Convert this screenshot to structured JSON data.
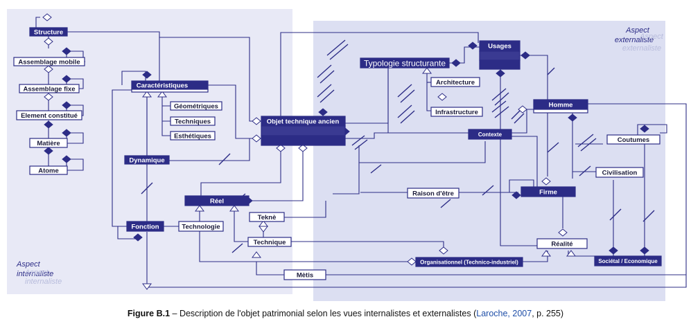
{
  "aspects": {
    "internal": "Aspect internaliste",
    "external": "Aspect externaliste",
    "internal_l1": "Aspect",
    "internal_l2": "internaliste",
    "external_l1": "Aspect",
    "external_l2": "externaliste"
  },
  "nodes": {
    "structure": "Structure",
    "assemblage_mobile": "Assemblage mobile",
    "assemblage_fixe": "Assemblage fixe",
    "element_constitue": "Element constitué",
    "matiere": "Matière",
    "atome": "Atome",
    "caracteristiques": "Caractéristiques",
    "geometriques": "Géométriques",
    "techniques": "Techniques",
    "esthetiques": "Esthétiques",
    "dynamique": "Dynamique",
    "objet_technique_ancien": "Objet technique ancien",
    "typologie_structurante": "Typologie structurante",
    "usages": "Usages",
    "architecture": "Architecture",
    "infrastructure": "Infrastructure",
    "contexte": "Contexte",
    "homme": "Homme",
    "coutumes": "Coutumes",
    "civilisation": "Civilisation",
    "firme": "Firme",
    "raison_d_etre": "Raison d'être",
    "reel": "Réel",
    "tekne": "Teknè",
    "fonction": "Fonction",
    "technologie": "Technologie",
    "technique": "Technique",
    "realite": "Réalité",
    "organisationnel": "Organisationnel (Technico-industriel)",
    "societal": "Sociétal / Economique",
    "metis": "Mètis"
  },
  "caption": {
    "label": "Figure B.1",
    "dash": " – ",
    "text": "Description de l'objet patrimonial selon les vues internalistes et externalistes (",
    "ref": "Laroche, 2007",
    "tail": ", p. 255)"
  },
  "colors": {
    "node_dark": "#2c2c86",
    "panel_internal": "#e8e9f6",
    "panel_external": "#dcdff2"
  }
}
